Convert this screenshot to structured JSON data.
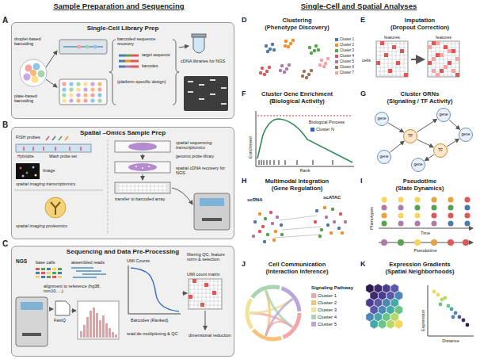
{
  "diagram": {
    "nodes": [
      {
        "text": [
          "A",
          "Single-Cell Library Prep"
        ]
      },
      {
        "text": [
          "B",
          "Spatial –Omics Sample Prep"
        ]
      },
      {
        "text": [
          "C",
          "Sequencing and Data Pre-Processing"
        ]
      },
      {
        "text": [
          "gene"
        ]
      },
      {
        "text": [
          "gene"
        ]
      },
      {
        "text": [
          "TF"
        ]
      },
      {
        "text": [
          "gene"
        ]
      },
      {
        "text": [
          "TF"
        ]
      },
      {
        "text": [
          "gene"
        ]
      },
      {
        "text": [
          "gene"
        ]
      }
    ],
    "edges": [
      {
        "from": 3,
        "to": 5,
        "arrow": "to"
      },
      {
        "from": 4,
        "to": 5,
        "arrow": "to"
      },
      {
        "from": 5,
        "to": 6,
        "arrow": "to"
      },
      {
        "from": 5,
        "to": 7,
        "arrow": "to"
      },
      {
        "from": 7,
        "to": 8,
        "arrow": "to"
      },
      {
        "from": 7,
        "to": 9,
        "arrow": "to"
      },
      {
        "from": 6,
        "to": 8,
        "arrow": "to"
      }
    ],
    "labels": [
      "Sample Preparation and Sequencing",
      "Single-Cell and Spatial Analyses",
      "droplet-based barcoding",
      "plate-based barcoding",
      "barcoded sequence recovery",
      "target sequence",
      "barcodes",
      "(platform-specific design)",
      "cDNA libraries for NGS",
      "FISH probes",
      "Hybridize",
      "Wash probe set",
      "Image",
      "spatial imaging transcriptomics",
      "genomic probe library",
      "transfer to barcoded array",
      "spatial sequencing transcriptomics",
      "spatial cDNA recovery for NGS",
      "spatial imaging proteomics",
      "NGS",
      "base calls",
      "assembled reads",
      "alignment to reference (hg38, mm10, ...)",
      "FastQ",
      "UMI Counts",
      "Barcodes (Ranked)",
      "UMI count matrix",
      "read de-multiplexing & QC",
      "filtering QC, feature norm & selection",
      "dimensional reduction",
      "D",
      "Clustering",
      "(Phenotype Discovery)",
      "E",
      "Imputation",
      "(Dropout Correction)",
      "features",
      "features",
      "cells",
      "F",
      "Cluster Gene Enrichment",
      "(Biological Activity)",
      "Enrichment",
      "Rank",
      "Biological Process",
      "G",
      "Cluster GRNs",
      "(Signaling / TF Activity)",
      "H",
      "Multimodal Integration",
      "(Gene Regulation)",
      "scRNA",
      "scATAC",
      "I",
      "Pseudotime",
      "(State Dynamics)",
      "Phenotypes",
      "Time",
      "Pseudotime",
      "J",
      "Cell Communication",
      "(Interaction Inference)",
      "Signaling Pathway",
      "K",
      "Expression Gradients",
      "(Spatial Neighborhoods)",
      "Expression",
      "Distance"
    ],
    "legend": [
      {
        "text": "Cluster 1",
        "color": "#4e79a7"
      },
      {
        "text": "Cluster 2",
        "color": "#f28e2b"
      },
      {
        "text": "Cluster 3",
        "color": "#59a14f"
      },
      {
        "text": "Cluster 4",
        "color": "#e15759"
      },
      {
        "text": "Cluster 5",
        "color": "#b07aa1"
      },
      {
        "text": "Cluster 6",
        "color": "#9c755f"
      },
      {
        "text": "Cluster 7",
        "color": "#ff9da7"
      },
      {
        "text": "Cluster N",
        "color": "#3b5fbf"
      },
      {
        "text": "Cluster 1",
        "color": "#f2a7a7"
      },
      {
        "text": "Cluster 2",
        "color": "#f5c27a"
      },
      {
        "text": "Cluster 3",
        "color": "#f1e29a"
      },
      {
        "text": "Cluster 4",
        "color": "#a8d5b0"
      },
      {
        "text": "Cluster 5",
        "color": "#b9a7dc"
      }
    ]
  }
}
